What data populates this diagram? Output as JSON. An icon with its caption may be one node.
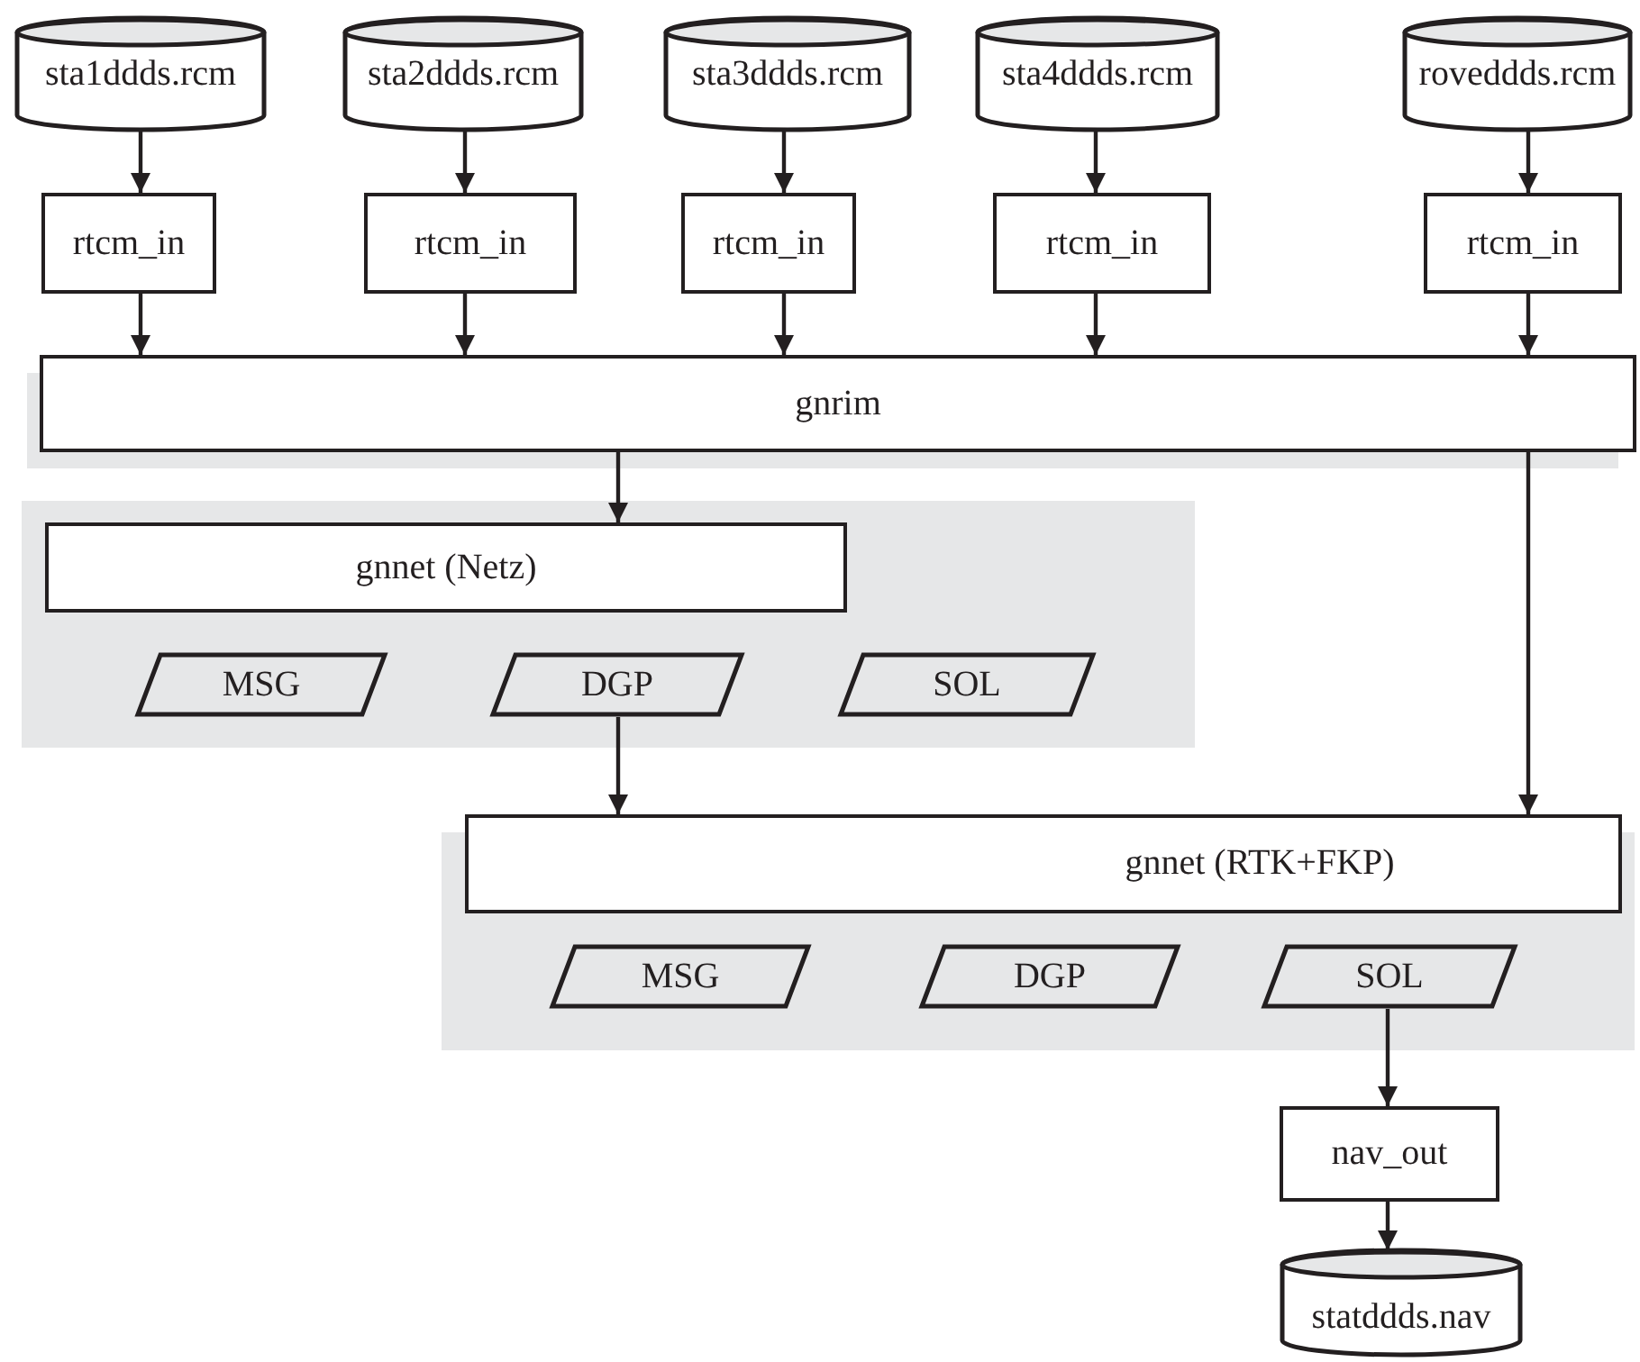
{
  "diagram": {
    "nodes": [
      {
        "text": [
          "sta1ddds.rcm"
        ]
      },
      {
        "text": [
          "sta2ddds.rcm"
        ]
      },
      {
        "text": [
          "sta3ddds.rcm"
        ]
      },
      {
        "text": [
          "sta4ddds.rcm"
        ]
      },
      {
        "text": [
          "roveddds.rcm"
        ]
      },
      {
        "text": [
          "rtcm_in"
        ]
      },
      {
        "text": [
          "rtcm_in"
        ]
      },
      {
        "text": [
          "rtcm_in"
        ]
      },
      {
        "text": [
          "rtcm_in"
        ]
      },
      {
        "text": [
          "rtcm_in"
        ]
      },
      {
        "text": [
          "gnrim"
        ]
      },
      {
        "text": [
          "gnnet (Netz)"
        ]
      },
      {
        "text": [
          "MSG"
        ]
      },
      {
        "text": [
          "DGP"
        ]
      },
      {
        "text": [
          "SOL"
        ]
      },
      {
        "text": [
          "gnnet (RTK+FKP)"
        ]
      },
      {
        "text": [
          "MSG"
        ]
      },
      {
        "text": [
          "DGP"
        ]
      },
      {
        "text": [
          "SOL"
        ]
      },
      {
        "text": [
          "nav_out"
        ]
      },
      {
        "text": [
          "statddds.nav"
        ]
      }
    ],
    "edges": [
      {
        "from": 0,
        "to": 5,
        "arrow": "to"
      },
      {
        "from": 1,
        "to": 6,
        "arrow": "to"
      },
      {
        "from": 2,
        "to": 7,
        "arrow": "to"
      },
      {
        "from": 3,
        "to": 8,
        "arrow": "to"
      },
      {
        "from": 4,
        "to": 9,
        "arrow": "to"
      },
      {
        "from": 5,
        "to": 10,
        "arrow": "to"
      },
      {
        "from": 6,
        "to": 10,
        "arrow": "to"
      },
      {
        "from": 7,
        "to": 10,
        "arrow": "to"
      },
      {
        "from": 8,
        "to": 10,
        "arrow": "to"
      },
      {
        "from": 9,
        "to": 10,
        "arrow": "to"
      },
      {
        "from": 10,
        "to": 11,
        "arrow": "to"
      },
      {
        "from": 10,
        "to": 15,
        "arrow": "to"
      },
      {
        "from": 13,
        "to": 15,
        "arrow": "to"
      },
      {
        "from": 18,
        "to": 19,
        "arrow": "to"
      },
      {
        "from": 19,
        "to": 20,
        "arrow": "to"
      }
    ]
  }
}
